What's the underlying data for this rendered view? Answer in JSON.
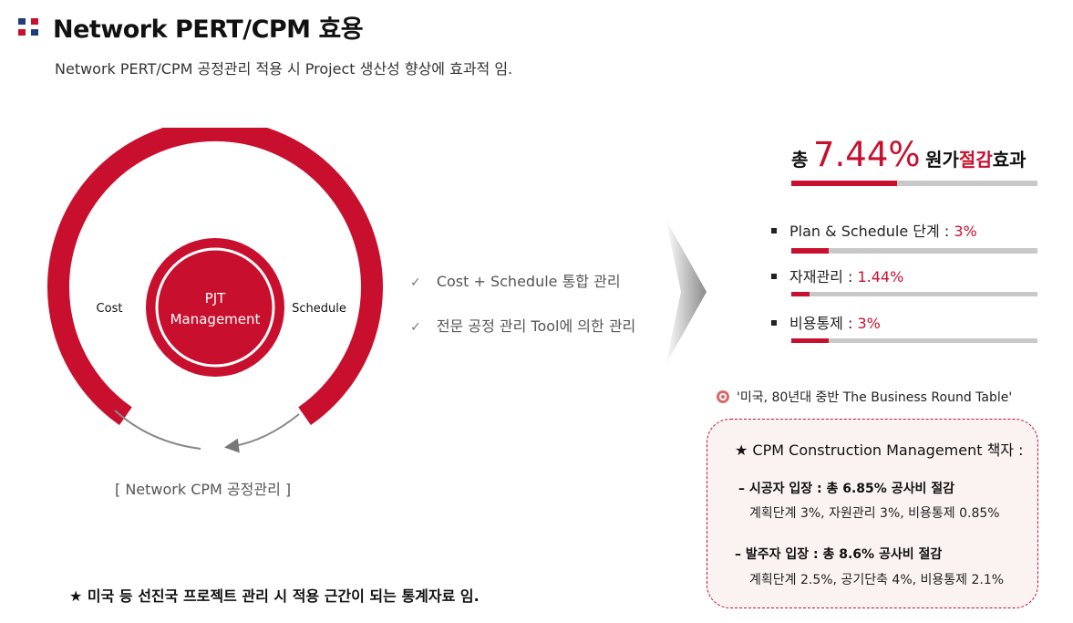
{
  "header": {
    "title": "Network PERT/CPM 효용",
    "subtitle": "Network PERT/CPM 공정관리 적용 시 Project 생산성 향상에 효과적 임."
  },
  "cycle": {
    "center_line1": "PJT",
    "center_line2": "Management",
    "left_label": "Cost",
    "right_label": "Schedule",
    "caption": "[  Network CPM 공정관리  ]"
  },
  "checks": [
    {
      "mark": "✓",
      "text": "Cost + Schedule 통합 관리"
    },
    {
      "mark": "✓",
      "text": "전문 공정 관리 Tool에 의한 관리"
    }
  ],
  "summary": {
    "prefix": "총",
    "value": "7.44%",
    "suffix_a": "원가",
    "suffix_red": "절감",
    "suffix_b": "효과",
    "fill_fraction": 0.43
  },
  "items": [
    {
      "label": "Plan & Schedule 단계 : ",
      "value": "3%",
      "fill_fraction": 0.15
    },
    {
      "label": "자재관리 : ",
      "value": "1.44%",
      "fill_fraction": 0.075
    },
    {
      "label": "비용통제 : ",
      "value": "3%",
      "fill_fraction": 0.15
    }
  ],
  "source": "'미국, 80년대 중반 The Business Round Table'",
  "box": {
    "title": "★ CPM Construction Management 책자 :",
    "contractor_head": "– 시공자 입장 : 총 6.85% 공사비 절감",
    "contractor_detail": "계획단계 3%, 자원관리 3%, 비용통제 0.85%",
    "owner_head": "– 발주자 입장 : 총 8.6% 공사비 절감",
    "owner_detail": "계획단계 2.5%, 공기단축 4%, 비용통제 2.1%"
  },
  "footer": "★ 미국 등 선진국 프로젝트 관리 시 적용 근간이 되는 통계자료 임.",
  "colors": {
    "accent_red": "#c8102e",
    "bar_gray": "#c8c8c8",
    "title_blue": "#1f3b7a"
  }
}
